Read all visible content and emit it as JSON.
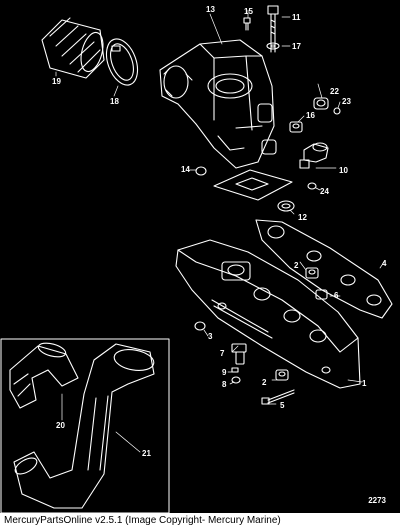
{
  "diagram": {
    "callouts": [
      "1",
      "2",
      "3",
      "4",
      "5",
      "6",
      "7",
      "8",
      "9",
      "10",
      "11",
      "12",
      "13",
      "14",
      "15",
      "16",
      "17",
      "18",
      "19",
      "20",
      "21",
      "22",
      "23",
      "24"
    ],
    "reference_number": "2273"
  },
  "footer": {
    "text": "MercuryPartsOnline v2.5.1 (Image Copyright- Mercury Marine)"
  },
  "colors": {
    "background": "#000000",
    "lines": "#ffffff",
    "footer_bg": "#ffffff",
    "footer_text": "#000000"
  }
}
